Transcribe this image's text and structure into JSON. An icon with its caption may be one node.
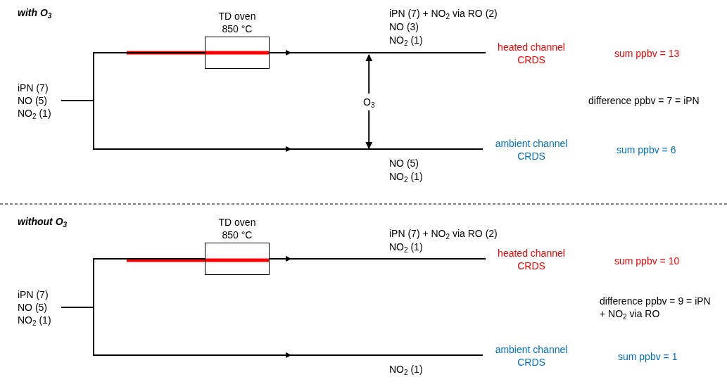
{
  "diagram": {
    "nodes": [
      {
        "text": [
          "iPN (7) NO (5) NO$_{2}$ (1)"
        ]
      },
      {
        "text": [
          "TD oven 850 °C"
        ]
      },
      {
        "text": [
          "heated channel CRDS"
        ]
      },
      {
        "text": [
          "ambient channel CRDS"
        ]
      },
      {
        "text": [
          "O$_{3}$"
        ]
      },
      {
        "text": [
          "iPN (7) NO (5) NO$_{2}$ (1)"
        ]
      },
      {
        "text": [
          "TD oven 850 °C"
        ]
      },
      {
        "text": [
          "heated channel CRDS"
        ]
      },
      {
        "text": [
          "ambient channel CRDS"
        ]
      }
    ],
    "edges": [
      {
        "from": 0,
        "to": 1,
        "arrow": "none"
      },
      {
        "from": 1,
        "to": 2,
        "arrow": "to"
      },
      {
        "from": 0,
        "to": 3,
        "arrow": "to"
      },
      {
        "from": 4,
        "to": null,
        "arrow": "to"
      },
      {
        "from": 4,
        "to": null,
        "arrow": "to"
      },
      {
        "from": 5,
        "to": 6,
        "arrow": "none"
      },
      {
        "from": 6,
        "to": 7,
        "arrow": "to"
      },
      {
        "from": 5,
        "to": 8,
        "arrow": "to"
      }
    ],
    "labels": [
      "with O$_{3}$",
      "iPN (7) + NO$_{2}$ via RO (2)",
      "NO (3)",
      "NO$_{2}$ (1)",
      "sum ppbv = 13",
      "difference ppbv = 7 = iPN",
      "sum ppbv = 6",
      "NO (5)",
      "NO$_{2}$ (1)",
      "without O$_{3}$",
      "iPN (7) + NO$_{2}$ via RO (2)",
      "NO$_{2}$ (1)",
      "sum ppbv = 10",
      "difference ppbv = 9 = iPN + NO$_{2}$ via RO",
      "sum ppbv = 1",
      "NO$_{2}$ (1)"
    ]
  }
}
